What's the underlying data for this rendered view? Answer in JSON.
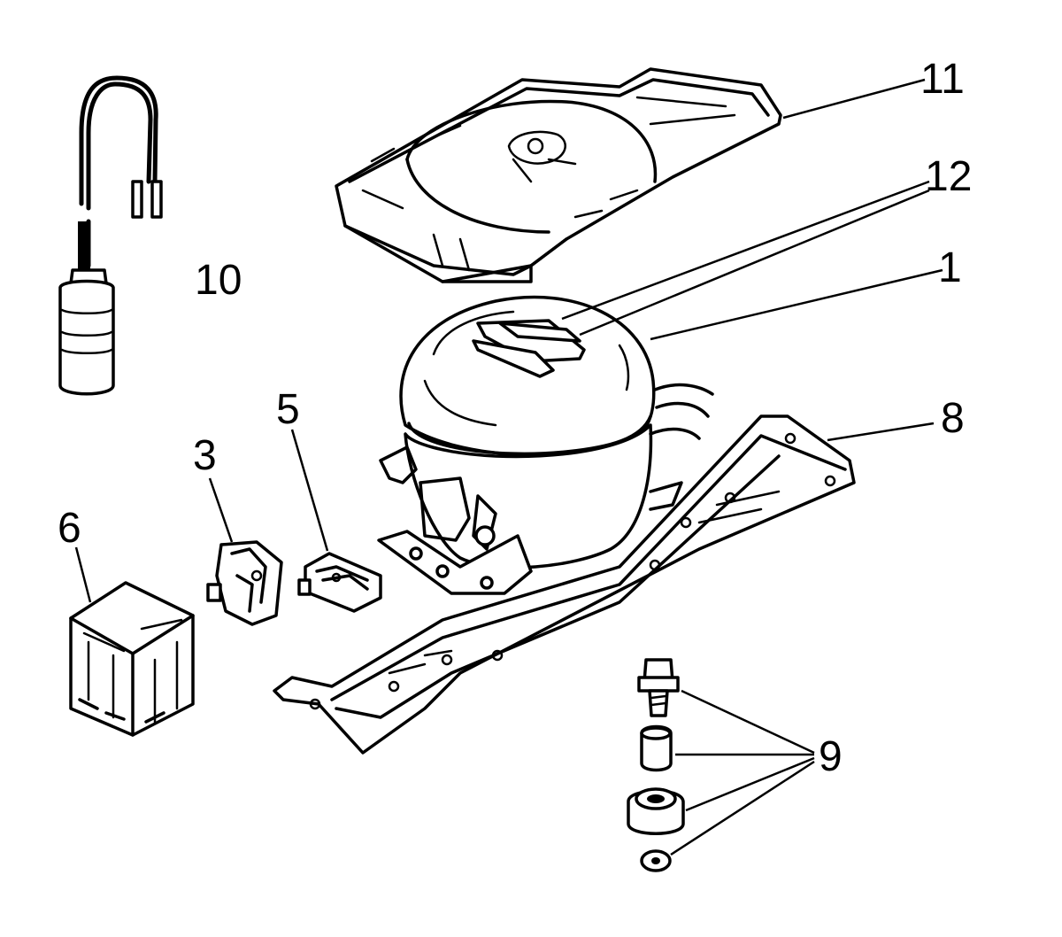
{
  "callouts": {
    "compressor": "1",
    "relay_3": "3",
    "relay_5": "5",
    "cover": "6",
    "base_plate": "8",
    "mounting_kit": "9",
    "capacitor": "10",
    "drip_tray": "11",
    "labels": "12"
  },
  "colors": {
    "line": "#000000",
    "background": "#ffffff"
  }
}
